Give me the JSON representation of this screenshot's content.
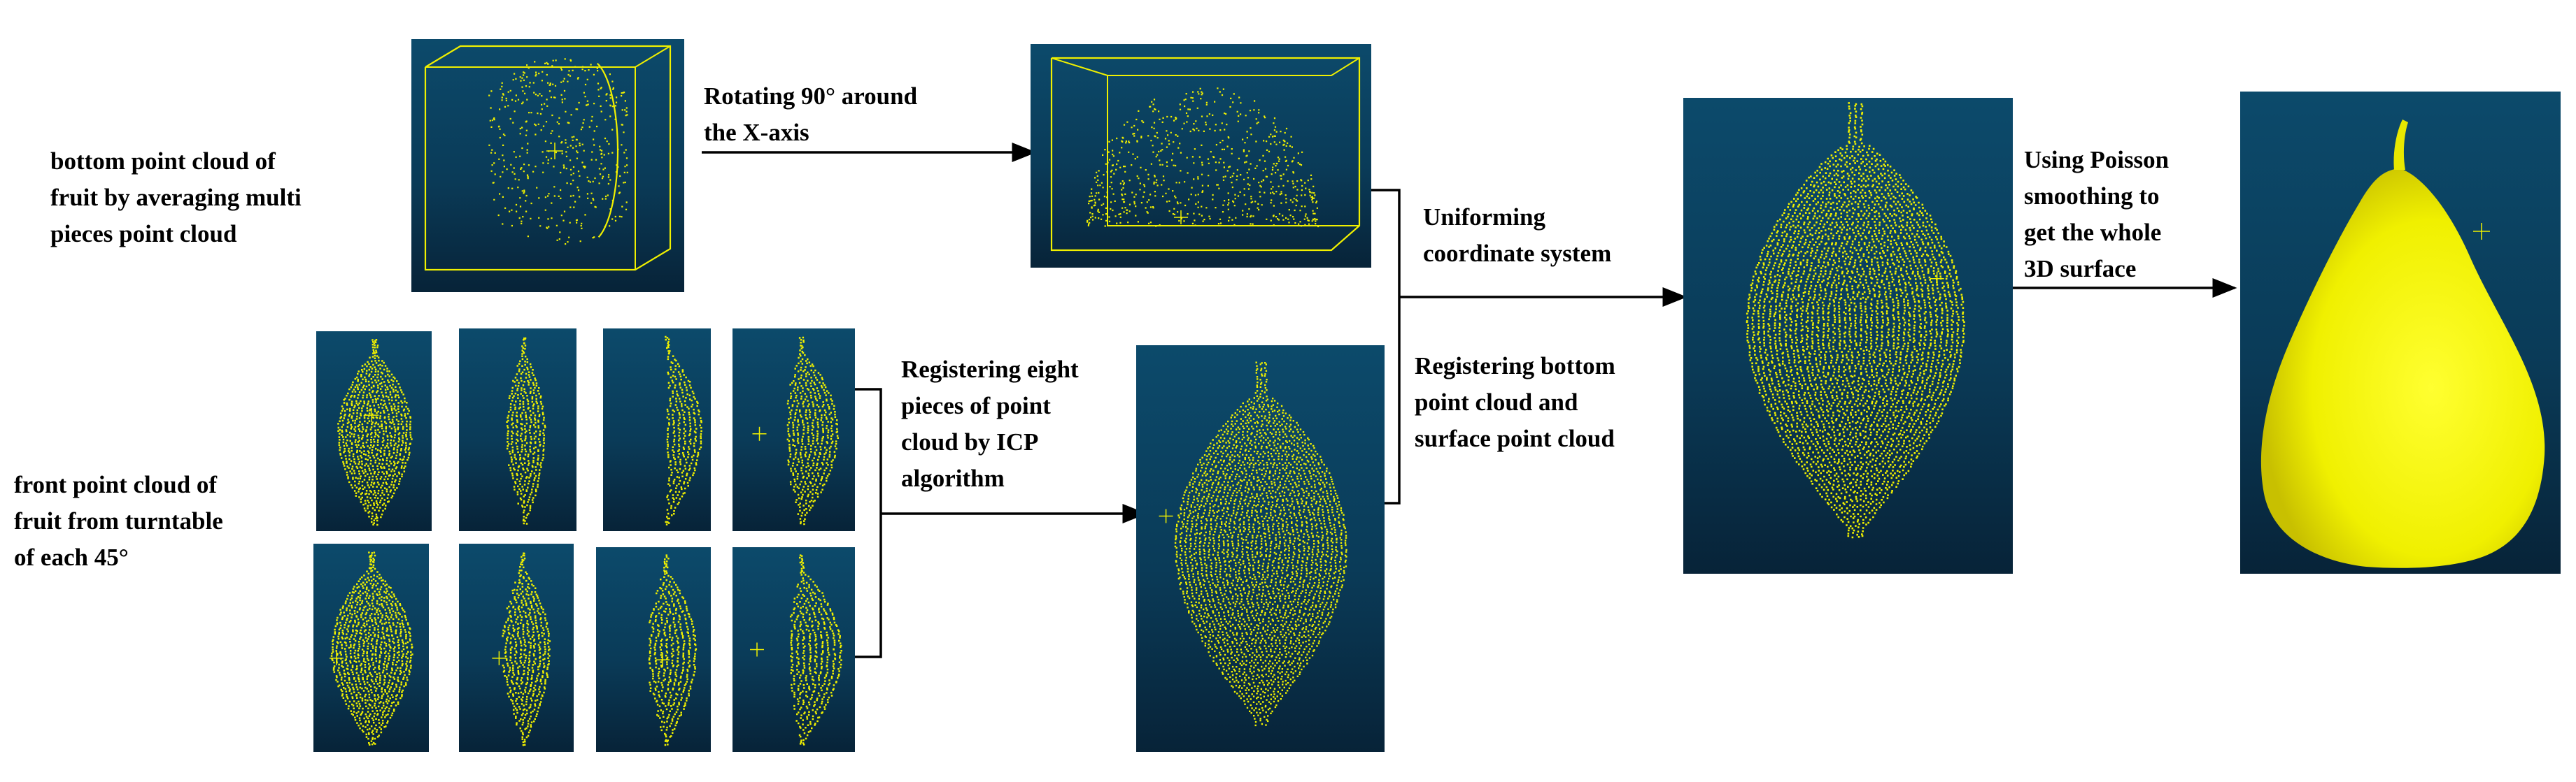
{
  "labels": {
    "bottom_cloud": [
      "bottom point cloud  of",
      "fruit by averaging multi",
      "pieces point cloud"
    ],
    "front_cloud": [
      "front point cloud of",
      "fruit from turntable",
      "of each 45°"
    ],
    "rotate": [
      "Rotating 90° around",
      "the X-axis"
    ],
    "register_icp": [
      "Registering eight",
      "pieces of point",
      "cloud by ICP",
      "algorithm"
    ],
    "uniform": [
      "Uniforming",
      "coordinate system"
    ],
    "register_bottom": [
      "Registering bottom",
      "point cloud and",
      "surface point cloud"
    ],
    "poisson": [
      "Using Poisson",
      "smoothing to",
      "get the whole",
      "3D surface"
    ]
  },
  "colors": {
    "point": "#f0f000",
    "panel_top": "#0c4a6b",
    "panel_bottom": "#072338",
    "surface": "#f2f200",
    "arrow": "#000000"
  },
  "panels": [
    "bottom-cloud-box",
    "rotated-box",
    "view-1",
    "view-2",
    "view-3",
    "view-4",
    "view-5",
    "view-6",
    "view-7",
    "view-8",
    "registered-front",
    "merged-cloud",
    "poisson-surface"
  ]
}
